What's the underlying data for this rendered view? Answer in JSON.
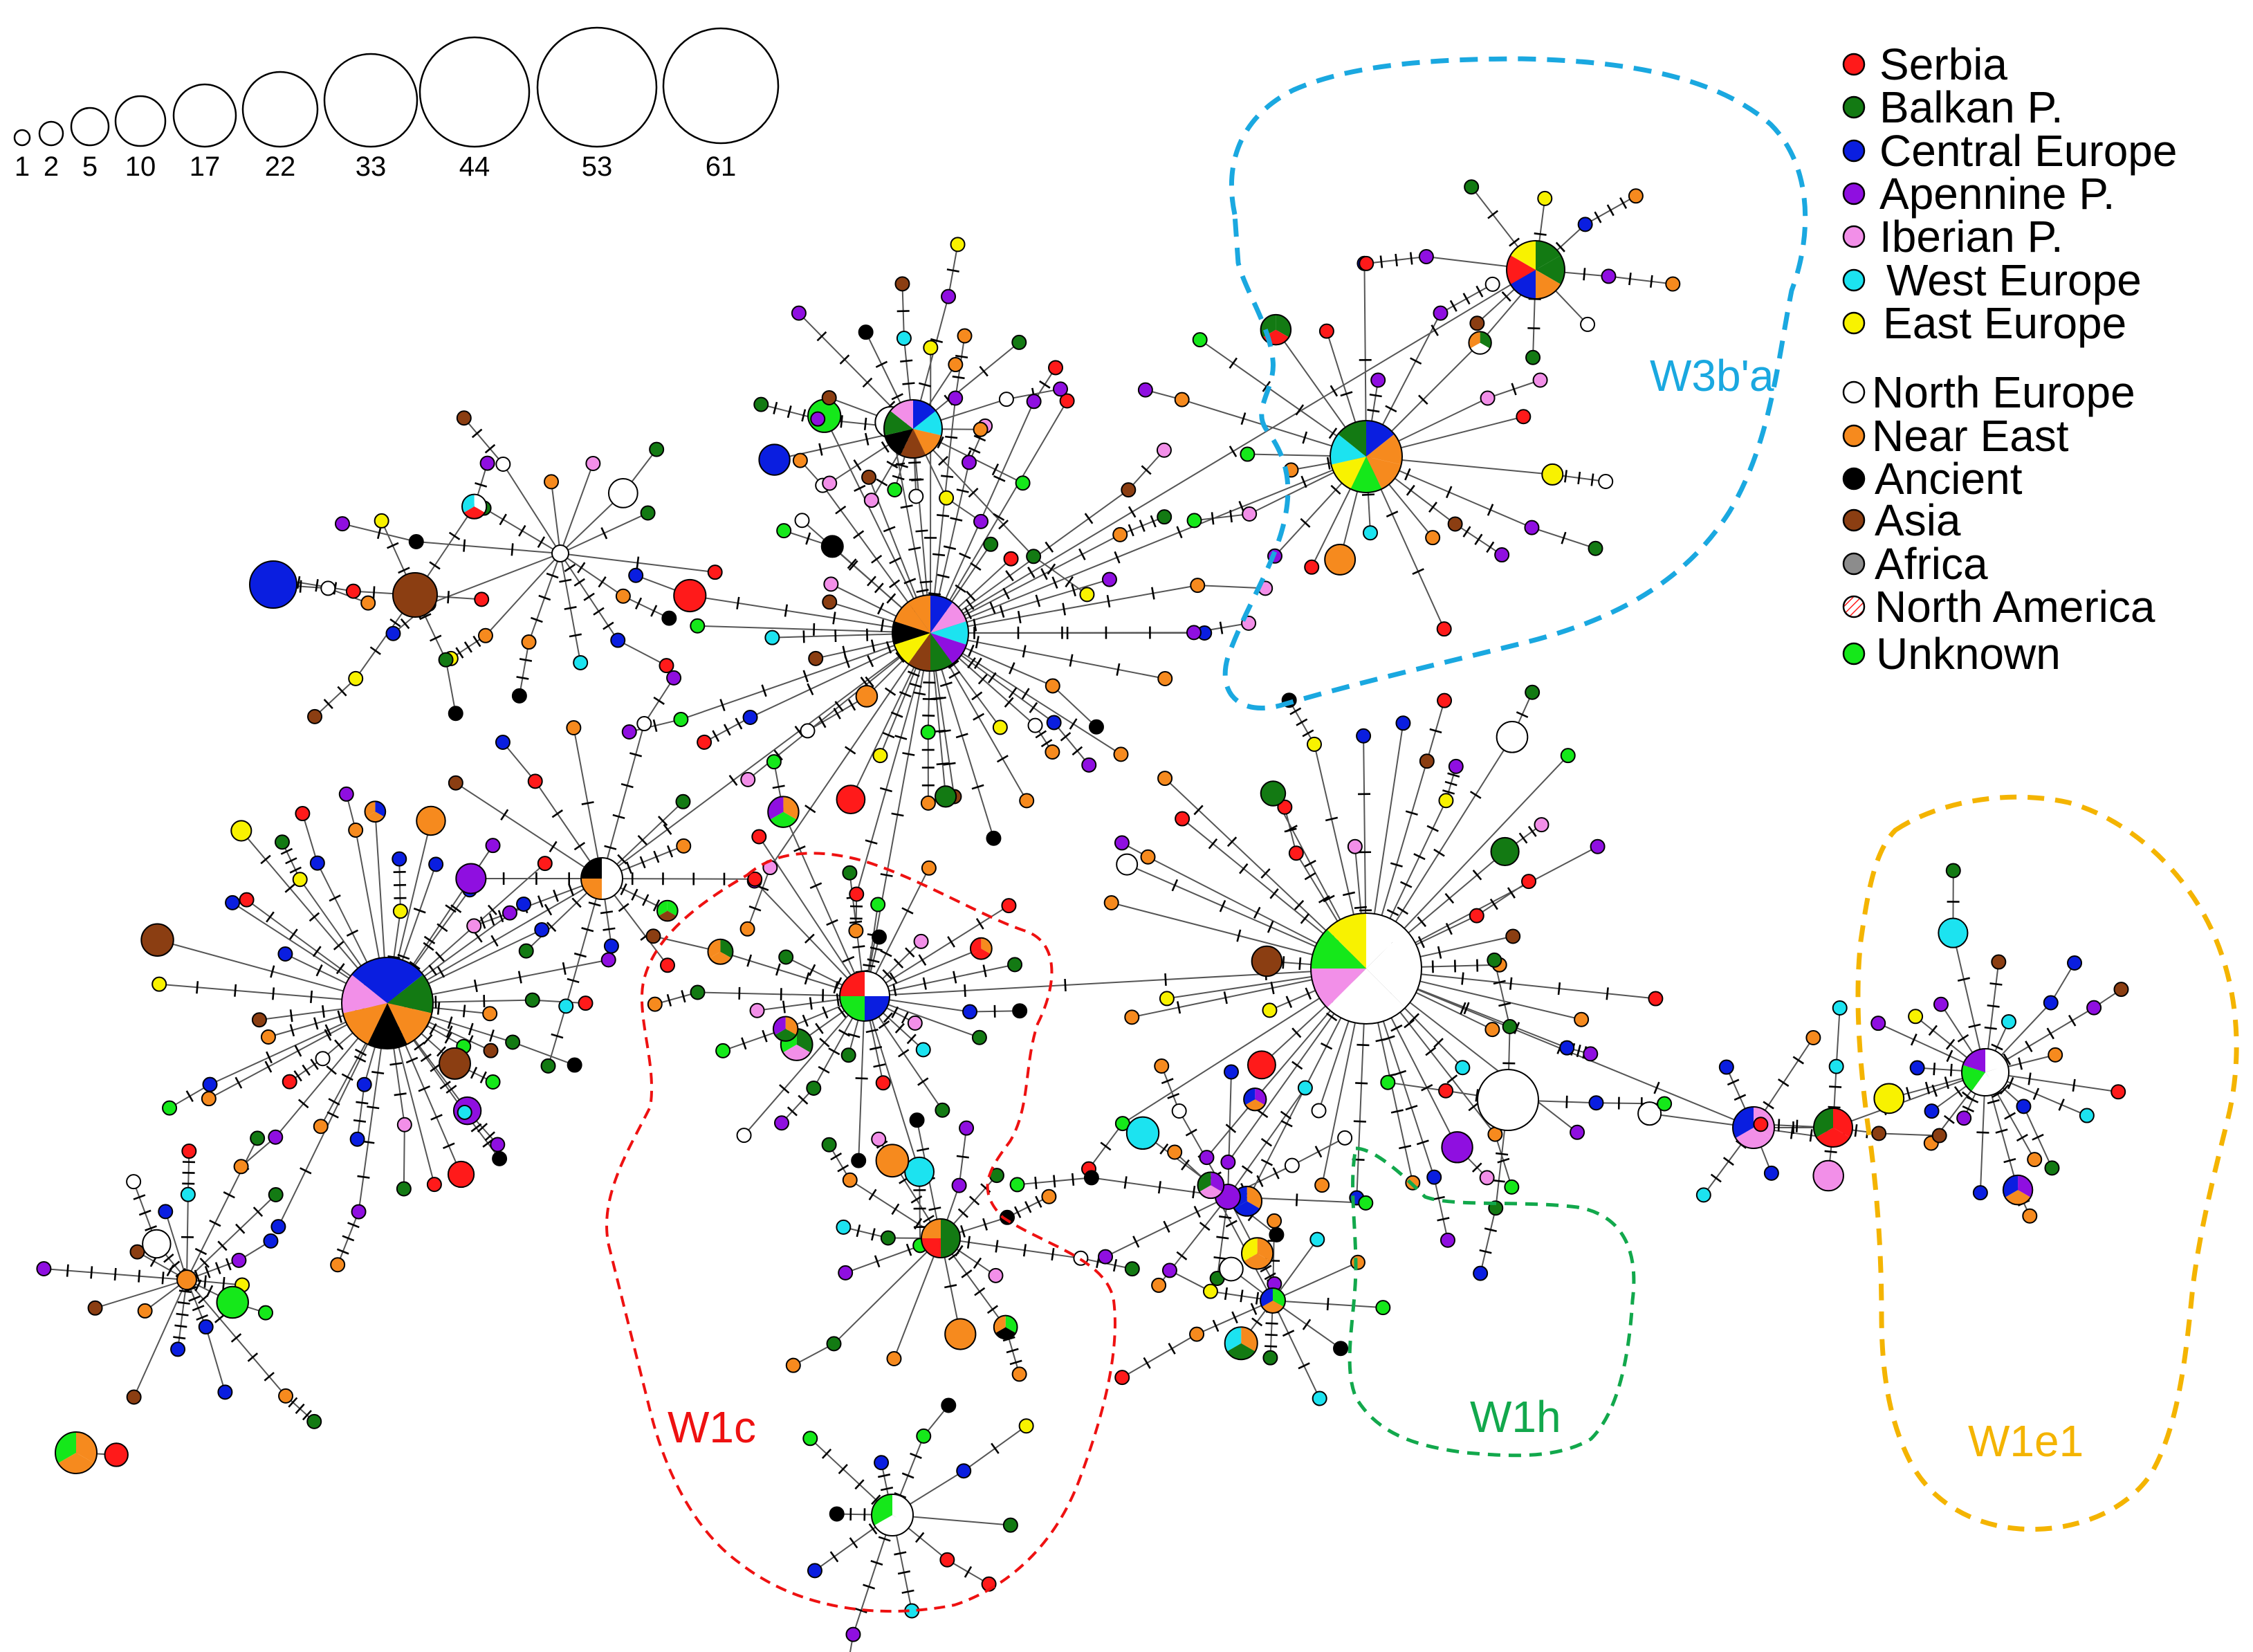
{
  "colors": {
    "Serbia": "#ff1a1a",
    "Balkan P.": "#137a13",
    "Central Europe": "#0a1ee0",
    "Apennine P.": "#8f0fe0",
    "Iberian P.": "#f28fe8",
    "West Europe": "#1ce3f0",
    "East Europe": "#f8f200",
    "North Europe": "#ffffff",
    "Near East": "#f68a1e",
    "Ancient": "#000000",
    "Asia": "#8b3e12",
    "Africa": "#8c8c8c",
    "North America": "#ffffff",
    "Unknown": "#15e81a"
  },
  "legend": {
    "items": [
      {
        "label": "Serbia",
        "color": "#ff1a1a",
        "icon": "filled-circle"
      },
      {
        "label": "Balkan P.",
        "color": "#137a13",
        "icon": "filled-circle"
      },
      {
        "label": "Central Europe",
        "color": "#0a1ee0",
        "icon": "filled-circle"
      },
      {
        "label": "Apennine P.",
        "color": "#8f0fe0",
        "icon": "filled-circle"
      },
      {
        "label": "Iberian P.",
        "color": "#f28fe8",
        "icon": "filled-circle"
      },
      {
        "label": "West Europe",
        "color": "#1ce3f0",
        "icon": "filled-circle"
      },
      {
        "label": "East Europe",
        "color": "#f8f200",
        "icon": "filled-circle"
      },
      {
        "label": "North Europe",
        "color": "#ffffff",
        "icon": "open-circle"
      },
      {
        "label": "Near East",
        "color": "#f68a1e",
        "icon": "filled-circle"
      },
      {
        "label": "Ancient",
        "color": "#000000",
        "icon": "filled-circle"
      },
      {
        "label": "Asia",
        "color": "#8b3e12",
        "icon": "filled-circle"
      },
      {
        "label": "Africa",
        "color": "#8c8c8c",
        "icon": "filled-circle"
      },
      {
        "label": "North America",
        "color": "#ffffff",
        "icon": "hatched-circle"
      },
      {
        "label": "Unknown",
        "color": "#15e81a",
        "icon": "filled-circle"
      }
    ]
  },
  "size_scale": {
    "values": [
      "1",
      "2",
      "5",
      "10",
      "17",
      "22",
      "33",
      "44",
      "53",
      "61"
    ]
  },
  "clusters": [
    {
      "label": "W3b'a",
      "color": "#1aa8e0"
    },
    {
      "label": "W1c",
      "color": "#ee1111"
    },
    {
      "label": "W1h",
      "color": "#12a84c"
    },
    {
      "label": "W1e1",
      "color": "#f4b400"
    }
  ]
}
